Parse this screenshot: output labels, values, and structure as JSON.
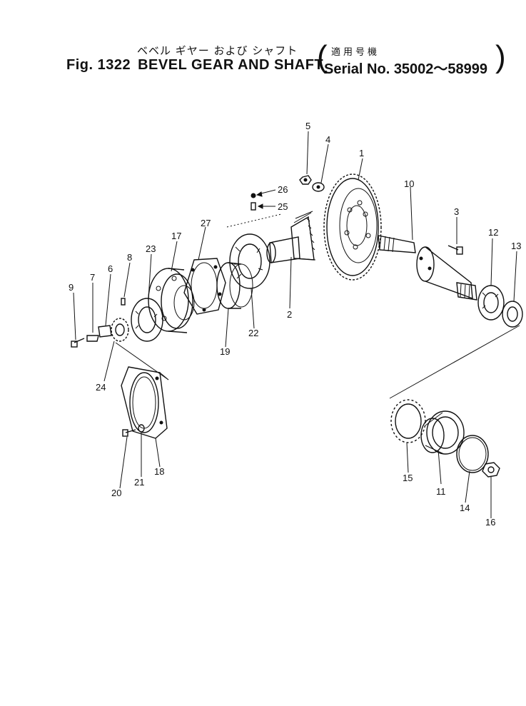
{
  "title": {
    "japanese": "ベベル ギヤー および シャフト",
    "figure": "Fig. 1322",
    "english": "BEVEL GEAR AND SHAFT",
    "applicable_jp": "適用号機",
    "serial": "Serial No. 35002～58999"
  },
  "callouts": [
    "1",
    "2",
    "3",
    "4",
    "5",
    "6",
    "7",
    "8",
    "9",
    "10",
    "11",
    "12",
    "13",
    "14",
    "15",
    "16",
    "17",
    "18",
    "19",
    "20",
    "21",
    "22",
    "23",
    "24",
    "25",
    "26",
    "27"
  ]
}
